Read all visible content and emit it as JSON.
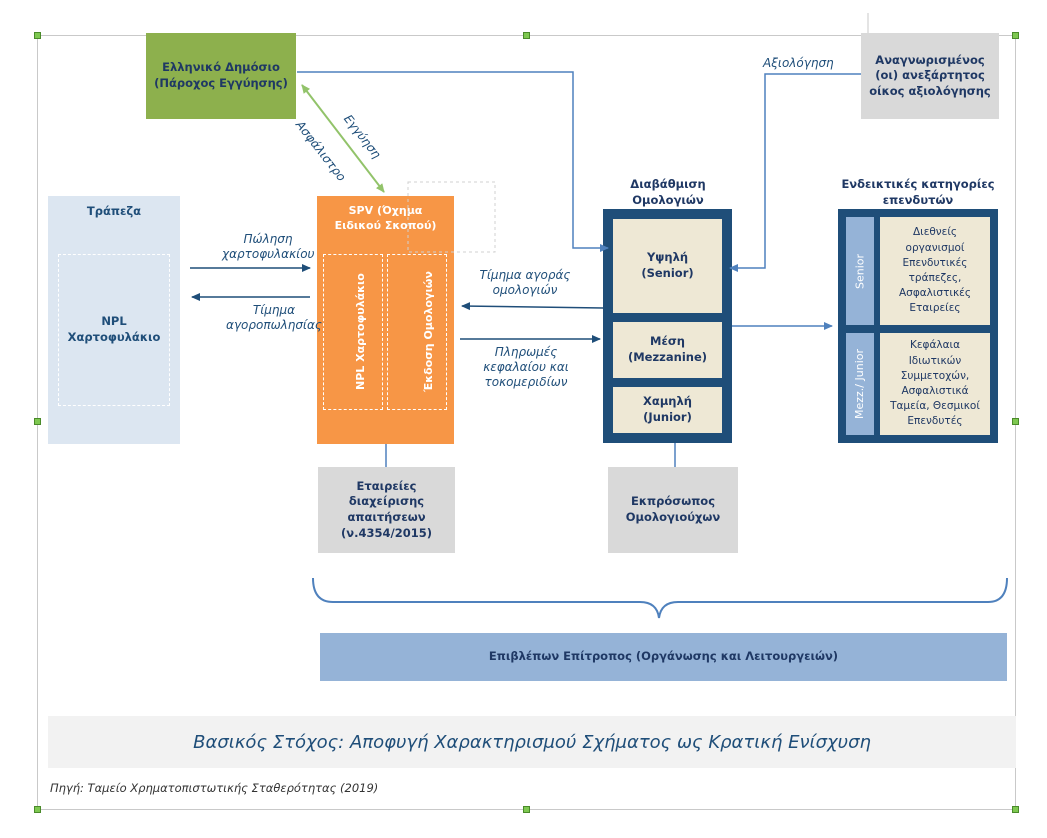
{
  "nodes": {
    "greek_state": "Ελληνικό Δημόσιο (Πάροχος Εγγύησης)",
    "rating_agency": "Αναγνωρισμένος (οι) ανεξάρτητος οίκος αξιολόγησης",
    "bank_title": "Τράπεζα",
    "npl_portfolio": "NPL Χαρτοφυλάκιο",
    "spv_title": "SPV (Όχημα Ειδικού Σκοπού)",
    "spv_npl": "NPL Χαρτοφυλάκιο",
    "spv_bond_issue": "Έκδοση Ομολογιών",
    "bond_tranching_title": "Διαβάθμιση Ομολογιών",
    "tranche_senior": "Υψηλή (Senior)",
    "tranche_mezz": "Μέση (Mezzanine)",
    "tranche_junior": "Χαμηλή (Junior)",
    "investors_title": "Ενδεικτικές κατηγορίες επενδυτών",
    "inv_senior_label": "Senior",
    "inv_senior_text": "Διεθνείς οργανισμοί Επενδυτικές τράπεζες, Ασφαλιστικές Εταιρείες",
    "inv_junior_label": "Mezz./ Junior",
    "inv_junior_text": "Κεφάλαια Ιδιωτικών Συμμετοχών, Ασφαλιστικά Ταμεία, Θεσμικοί Επενδυτές",
    "servicers": "Εταιρείες διαχείρισης απαιτήσεων (ν.4354/2015)",
    "bondholders_rep": "Εκπρόσωπος Ομολογιούχων",
    "supervisor": "Επιβλέπων Επίτροπος (Οργάνωσης και Λειτουργειών)",
    "main_goal": "Βασικός Στόχος: Αποφυγή Χαρακτηρισμού Σχήματος ως Κρατική Ενίσχυση",
    "source": "Πηγή: Ταμείο Χρηματοπιστωτικής Σταθερότητας (2019)"
  },
  "edges": {
    "portfolio_sale": "Πώληση χαρτοφυλακίου",
    "sale_price": "Τίμημα αγοροπωλησίας",
    "bond_purchase_price": "Τίμημα αγοράς ομολογιών",
    "payments": "Πληρωμές κεφαλαίου και τοκομεριδίων",
    "guarantee": "Εγγύηση",
    "premium": "Ασφάλιστρο",
    "rating": "Αξιολόγηση"
  },
  "colors": {
    "green": "#8db04d",
    "orange": "#f79646",
    "navy": "#1f4e79",
    "light_blue": "#dce6f1",
    "grey": "#d9d9d9",
    "tan": "#eee8d5",
    "supervisor_blue": "#95b3d7",
    "arrow_green": "#92c36a"
  }
}
